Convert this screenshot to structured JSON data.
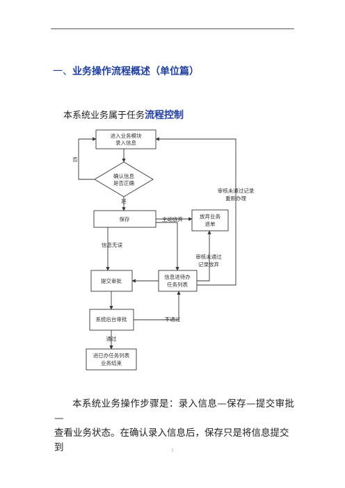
{
  "header": {
    "text": ""
  },
  "heading": {
    "prefix": "一、",
    "title": "业务操作流程概述（单位篇）"
  },
  "intro": {
    "text": "本系统业务属于任务",
    "bold": "流程控制"
  },
  "flow": {
    "box_enter_1": "进入业务模块",
    "box_enter_2": "录入信息",
    "label_no": "否",
    "diamond_1": "确认信息",
    "diamond_2": "是否正确",
    "label_yes": "是",
    "box_save": "保存",
    "label_voluntary": "主动放弃",
    "box_abandon_1": "放弃业务",
    "box_abandon_2": "退单",
    "label_right_1": "审核未通过记录",
    "label_right_2": "重新办理",
    "label_info_ok": "信息无误",
    "label_reject_1": "审核未通过",
    "label_reject_2": "记录放弃",
    "box_submit": "提交审批",
    "box_pending_1": "信息进待办",
    "box_pending_2": "任务列表",
    "box_backend": "系统后台审批",
    "label_fail": "不通过",
    "label_pass": "通过",
    "box_done_1": "进已办任务列表",
    "box_done_2": "业务结束"
  },
  "body": {
    "line1": "本系统业务操作步骤是：录入信息—保存—提交审批—",
    "line2": "查看业务状态。在确认录入信息后，保存只是将信息提交到"
  },
  "footer": {
    "page": "1"
  }
}
